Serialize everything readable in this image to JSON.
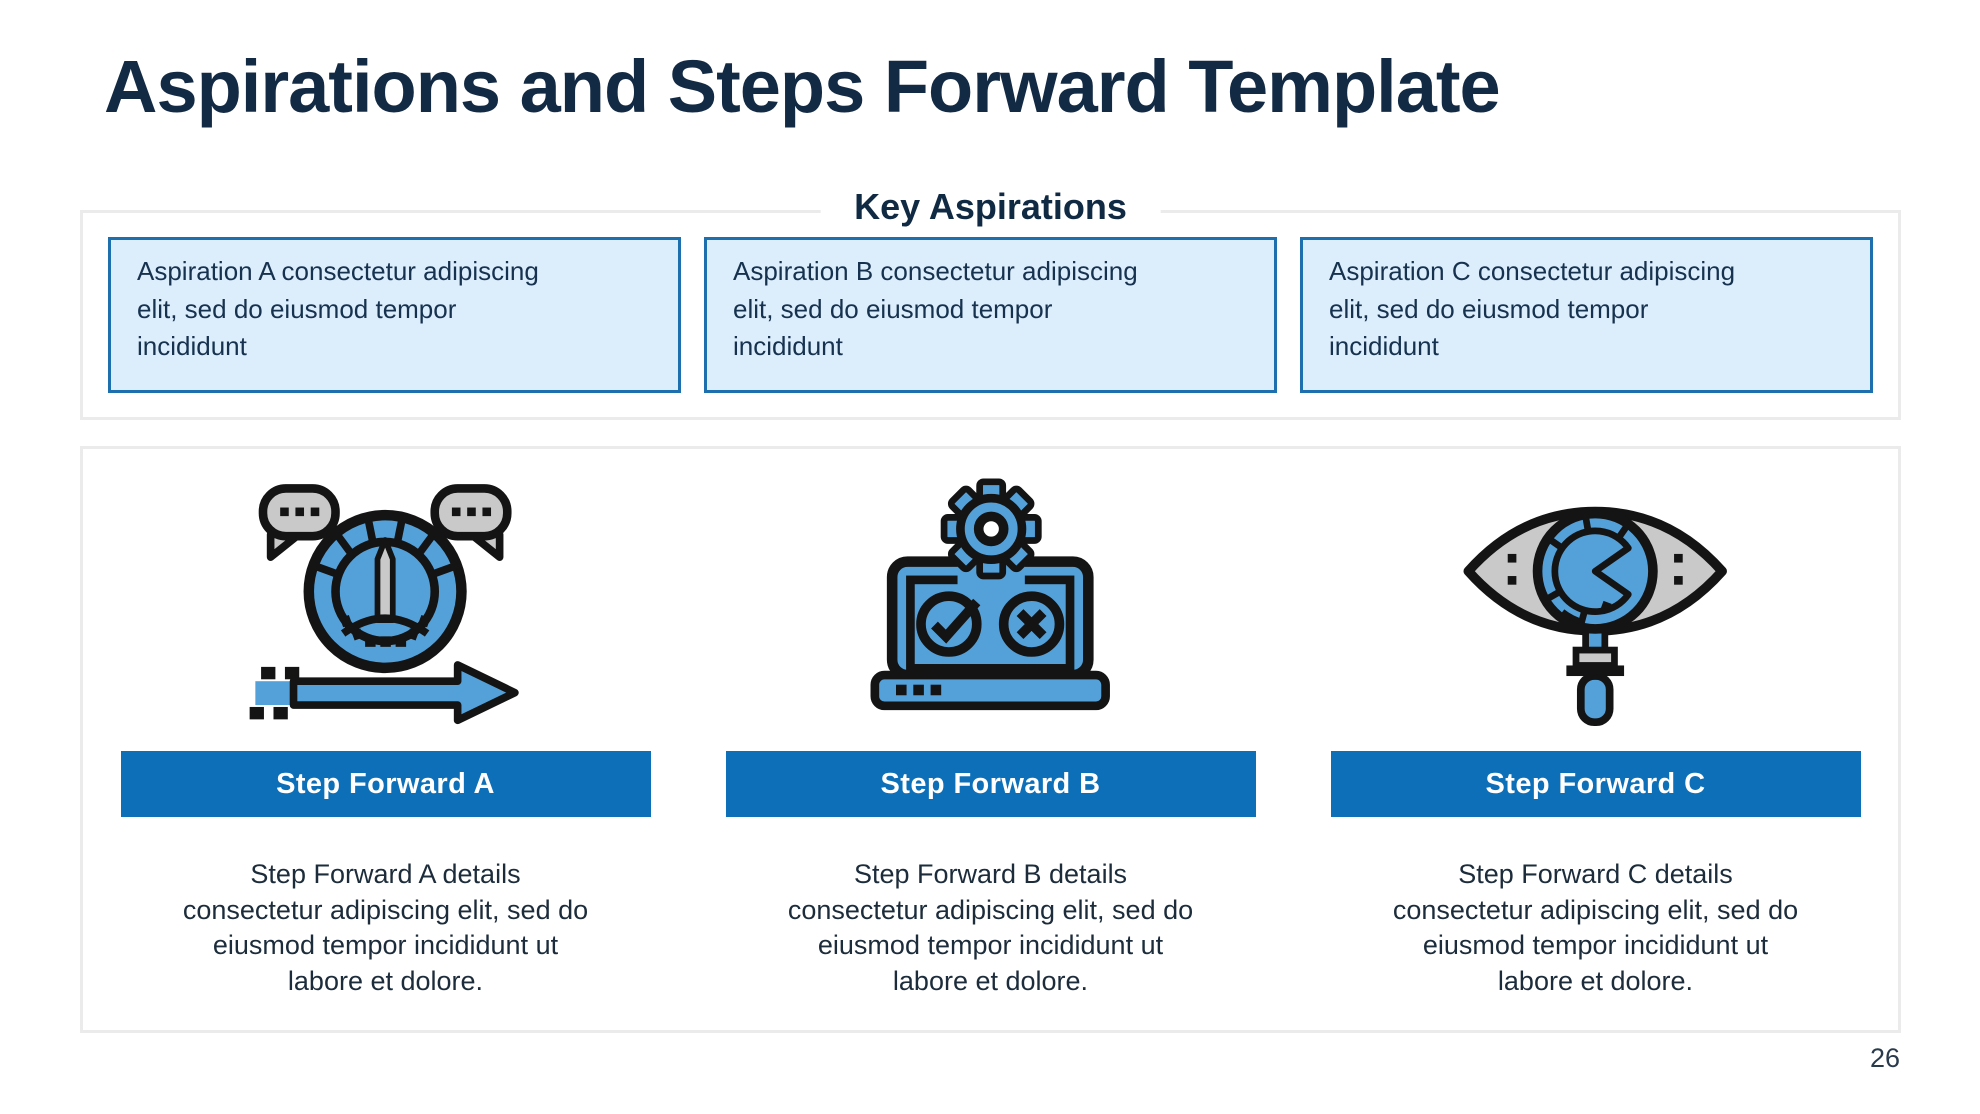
{
  "title": "Aspirations and Steps Forward Template",
  "page_number": "26",
  "aspirations": {
    "heading": "Key Aspirations",
    "items": [
      "Aspiration A consectetur adipiscing\nelit, sed do eiusmod tempor\nincididunt",
      "Aspiration B consectetur adipiscing\nelit, sed do eiusmod tempor\nincididunt",
      "Aspiration C consectetur adipiscing\nelit, sed do eiusmod tempor\nincididunt"
    ]
  },
  "steps": {
    "items": [
      {
        "icon": "speedometer-arrow-icon",
        "label": "Step Forward A",
        "details": "Step Forward A details\nconsectetur adipiscing elit, sed do\neiusmod tempor incididunt ut\nlabore et dolore."
      },
      {
        "icon": "laptop-gear-check-icon",
        "label": "Step Forward B",
        "details": "Step Forward B details\nconsectetur adipiscing elit, sed do\neiusmod tempor incididunt ut\nlabore et dolore."
      },
      {
        "icon": "eye-magnifier-icon",
        "label": "Step Forward C",
        "details": "Step Forward C details\nconsectetur adipiscing elit, sed do\neiusmod tempor incididunt ut\nlabore et dolore."
      }
    ]
  },
  "colors": {
    "title_text": "#132A44",
    "body_text": "#1C2C3B",
    "accent_blue_bar": "#0D6FB8",
    "aspiration_box_border": "#1E6FAD",
    "aspiration_box_fill": "#DCEDFB",
    "container_border": "#EBEBEB",
    "icon_blue": "#54A1D9",
    "icon_gray": "#C9C9C9",
    "icon_outline": "#141414",
    "bar_text": "#FFFFFF"
  }
}
